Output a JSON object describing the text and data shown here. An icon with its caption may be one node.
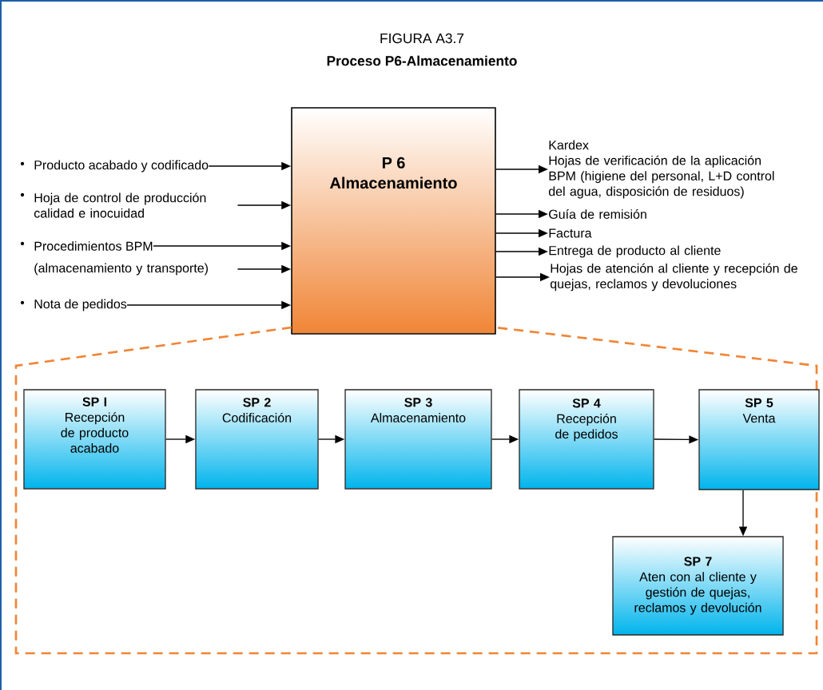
{
  "diagram": {
    "title": "Proceso P6-Almacenamiento",
    "nodes": [
      {
        "text": [
          "P 6",
          "Almacenamiento"
        ]
      },
      {
        "text": [
          "Producto acabado y codificado"
        ]
      },
      {
        "text": [
          "Hoja de control de producción calidad e inocuidad"
        ]
      },
      {
        "text": [
          "Procedimientos BPM"
        ]
      },
      {
        "text": [
          "(almacenamiento y transporte)"
        ]
      },
      {
        "text": [
          "Nota de pedidos"
        ]
      },
      {
        "text": [
          "Kardex",
          "Hojas de verificación de la aplicación BPM (higiene del personal, L+D control del agua, disposición de residuos)"
        ]
      },
      {
        "text": [
          "Guía de remisión"
        ]
      },
      {
        "text": [
          "Factura"
        ]
      },
      {
        "text": [
          "Entrega de producto al cliente"
        ]
      },
      {
        "text": [
          "Hojas de atención al cliente y recepción de quejas, reclamos y devoluciones"
        ]
      },
      {
        "text": [],
        "shape": "box"
      },
      {
        "text": [
          "SP I",
          "Recepción de producto acabado"
        ],
        "in": 11
      },
      {
        "text": [
          "SP 2",
          "Codificación"
        ],
        "in": 11
      },
      {
        "text": [
          "SP 3",
          "Almacenamiento"
        ],
        "in": 11
      },
      {
        "text": [
          "SP 4",
          "Recepción de pedidos"
        ],
        "in": 11
      },
      {
        "text": [
          "SP 5",
          "Venta"
        ],
        "in": 11
      },
      {
        "text": [
          "SP 7",
          "Aten con al cliente y gestión de quejas, reclamos y devolución"
        ],
        "in": 11
      }
    ],
    "edges": [
      {
        "from": 1,
        "to": 0,
        "arrow": "to"
      },
      {
        "from": 2,
        "to": 0,
        "arrow": "to"
      },
      {
        "from": 3,
        "to": 0,
        "arrow": "to"
      },
      {
        "from": 4,
        "to": 0,
        "arrow": "to"
      },
      {
        "from": 5,
        "to": 0,
        "arrow": "to"
      },
      {
        "from": 0,
        "to": 6,
        "arrow": "to"
      },
      {
        "from": 0,
        "to": 7,
        "arrow": "to"
      },
      {
        "from": 0,
        "to": 8,
        "arrow": "to"
      },
      {
        "from": 0,
        "to": 9,
        "arrow": "to"
      },
      {
        "from": 0,
        "to": 10,
        "arrow": "to"
      },
      {
        "from": 12,
        "to": 13,
        "arrow": "to"
      },
      {
        "from": 13,
        "to": 14,
        "arrow": "to"
      },
      {
        "from": 14,
        "to": 15,
        "arrow": "to"
      },
      {
        "from": 15,
        "to": 16,
        "arrow": "to"
      },
      {
        "from": 16,
        "to": 17,
        "arrow": "to"
      }
    ],
    "labels": [
      "FIGURA A3.7"
    ]
  }
}
